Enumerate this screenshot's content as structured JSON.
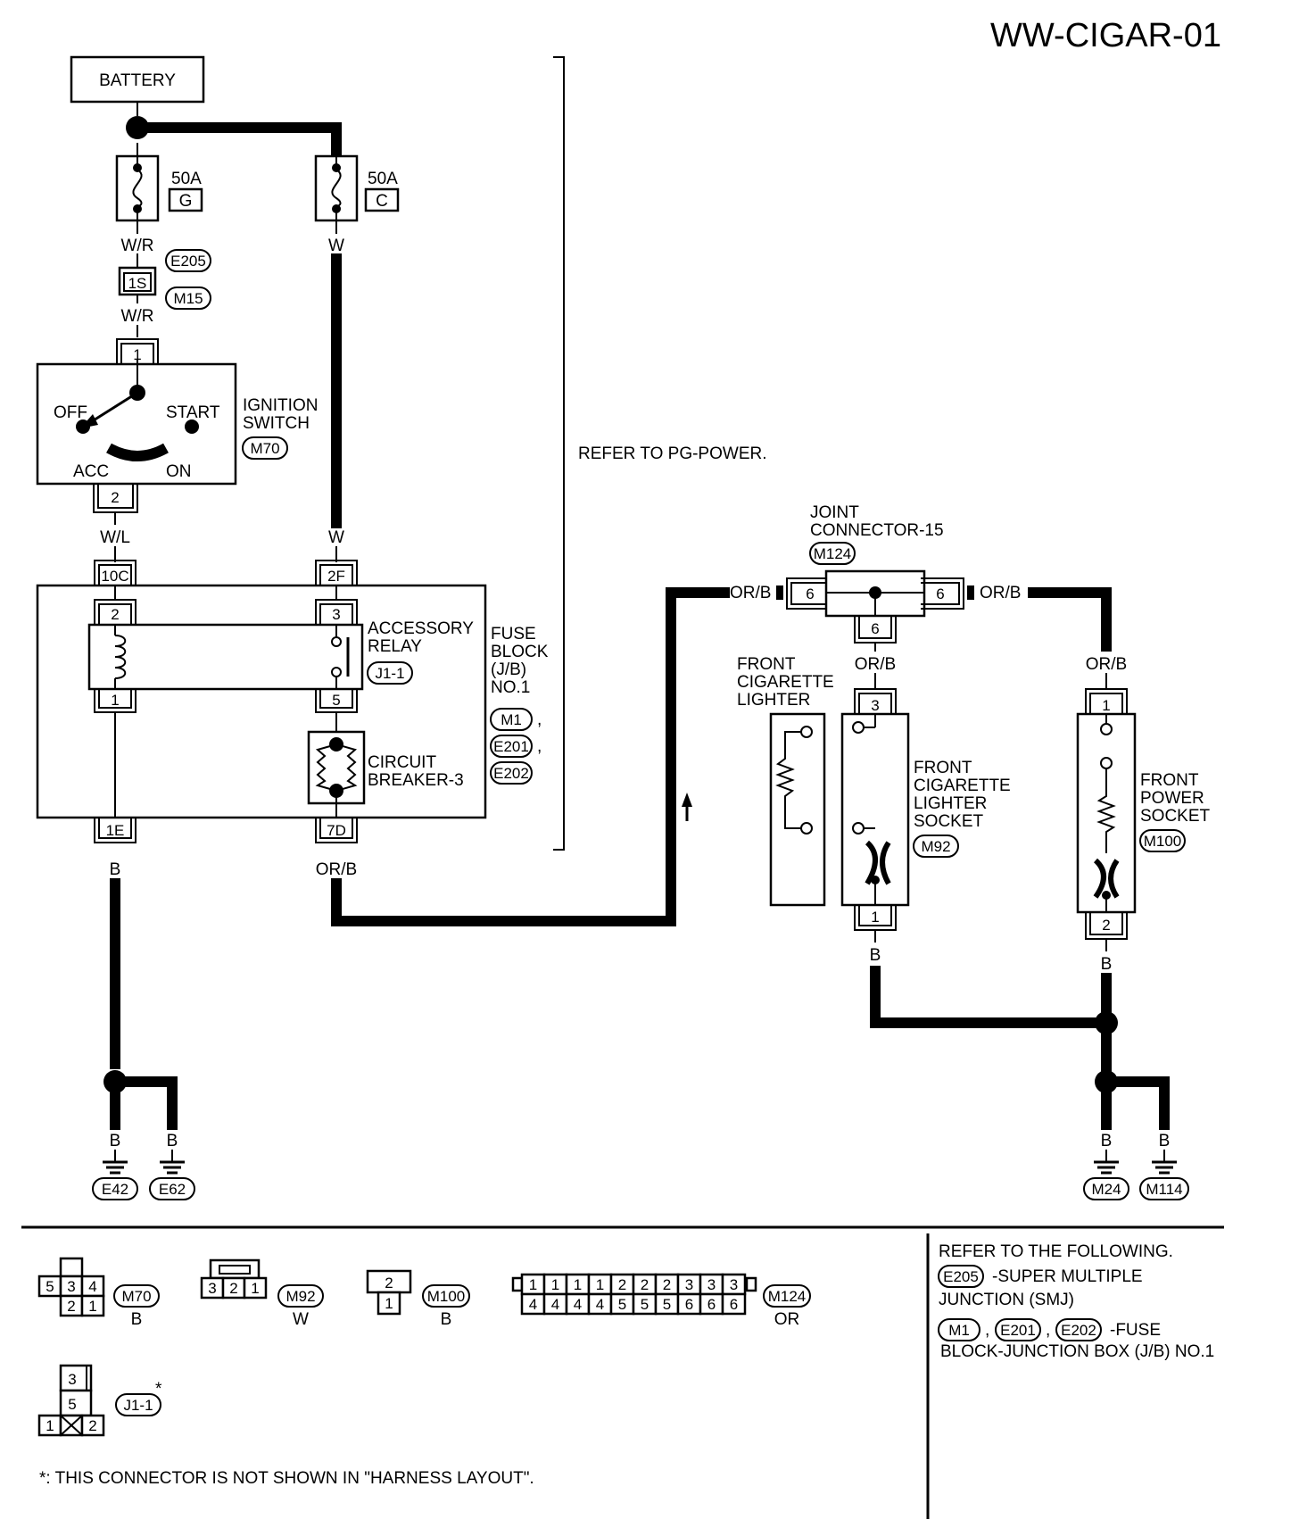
{
  "title": "WW-CIGAR-01",
  "battery": "BATTERY",
  "fuse_g": {
    "rating": "50A",
    "letter": "G"
  },
  "fuse_c": {
    "rating": "50A",
    "letter": "C"
  },
  "wires": {
    "wr_upper": "W/R",
    "wr_lower": "W/R",
    "w_upper": "W",
    "w_lower": "W",
    "wl": "W/L",
    "b_1e": "B",
    "orb_7d": "OR/B",
    "orb_left": "OR/B",
    "orb_right": "OR/B",
    "orb_mid": "OR/B",
    "orb_m92": "OR/B",
    "orb_m100": "OR/B",
    "b_m92": "B",
    "b_m100": "B",
    "b_e42": "B",
    "b_e62": "B",
    "b_m24": "B",
    "b_m114": "B"
  },
  "connectors": {
    "e205": "E205",
    "m15": "M15",
    "pin_1s": "1S",
    "m70": "M70",
    "j1_1": "J1-1",
    "m1": "M1",
    "e201": "E201",
    "e202": "E202",
    "m124": "M124",
    "m92": "M92",
    "m100": "M100",
    "e42": "E42",
    "e62": "E62",
    "m24": "M24",
    "m114": "M114"
  },
  "ignition": {
    "pin_top": "1",
    "pin_bottom": "2",
    "off": "OFF",
    "start": "START",
    "acc": "ACC",
    "on": "ON",
    "label": [
      "IGNITION",
      "SWITCH"
    ]
  },
  "fuse_block": {
    "pin_10c": "10C",
    "pin_2f": "2F",
    "pin_1e": "1E",
    "pin_7d": "7D",
    "relay_pins": [
      "2",
      "3",
      "1",
      "5"
    ],
    "relay_label": [
      "ACCESSORY",
      "RELAY"
    ],
    "breaker_label": [
      "CIRCUIT",
      "BREAKER-3"
    ],
    "label": [
      "FUSE",
      "BLOCK",
      "(J/B)",
      "NO.1"
    ],
    "comma1": ",",
    "comma2": ","
  },
  "refer_pg": "REFER TO PG-POWER.",
  "joint": {
    "label": [
      "JOINT",
      "CONNECTOR-15"
    ],
    "pin_left": "6",
    "pin_right": "6",
    "pin_bottom": "6"
  },
  "lighter": {
    "label": [
      "FRONT",
      "CIGARETTE",
      "LIGHTER"
    ]
  },
  "lighter_socket": {
    "label": [
      "FRONT",
      "CIGARETTE",
      "LIGHTER",
      "SOCKET"
    ],
    "pin_top": "3",
    "pin_bottom": "1"
  },
  "power_socket": {
    "label": [
      "FRONT",
      "POWER",
      "SOCKET"
    ],
    "pin_top": "1",
    "pin_bottom": "2"
  },
  "views": {
    "m70": {
      "row1": [
        "5",
        "3",
        "4"
      ],
      "row2": [
        "2",
        "1"
      ],
      "color": "B"
    },
    "m92": {
      "pins": [
        "3",
        "2",
        "1"
      ],
      "color": "W"
    },
    "m100": {
      "pins": [
        "2",
        "1"
      ],
      "color": "B"
    },
    "m124": {
      "row1": [
        "1",
        "1",
        "1",
        "1",
        "2",
        "2",
        "2",
        "3",
        "3",
        "3"
      ],
      "row2": [
        "4",
        "4",
        "4",
        "4",
        "5",
        "5",
        "5",
        "6",
        "6",
        "6"
      ],
      "color": "OR"
    },
    "j1_1": {
      "pins": [
        "3",
        "5",
        "1",
        "2"
      ],
      "star": "*"
    }
  },
  "refer_following": {
    "heading": "REFER TO THE FOLLOWING.",
    "smj_1": "-SUPER MULTIPLE",
    "smj_2": "JUNCTION (SMJ)",
    "comma1": ",",
    "comma2": ",",
    "jb_1": "-FUSE",
    "jb_2": "BLOCK-JUNCTION BOX (J/B) NO.1"
  },
  "footnote": "*: THIS CONNECTOR IS NOT SHOWN IN \"HARNESS LAYOUT\"."
}
